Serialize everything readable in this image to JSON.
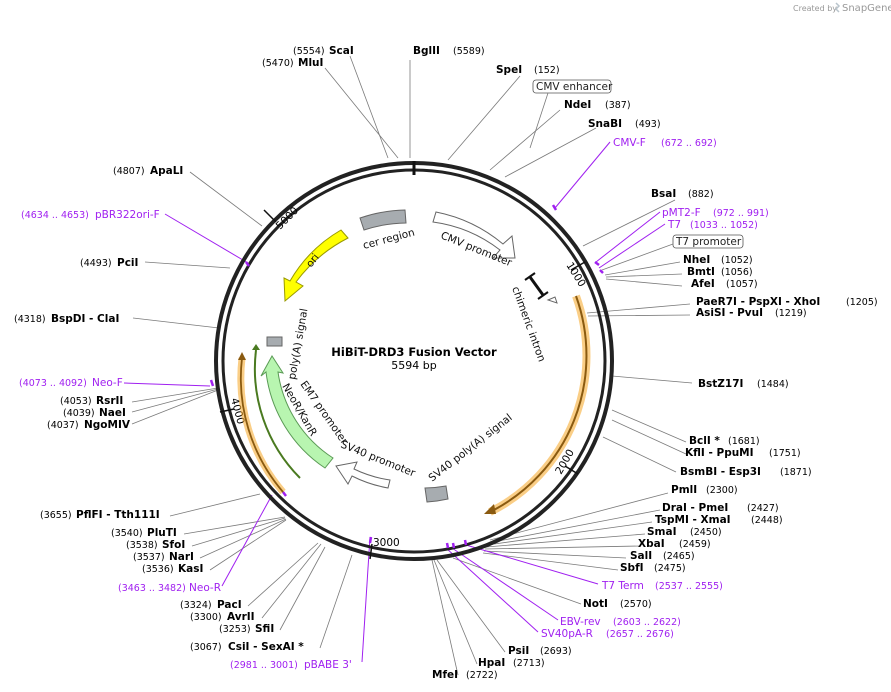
{
  "header": {
    "created_by": "Created by",
    "brand": "SnapGene"
  },
  "title": "HiBiT-DRD3 Fusion Vector",
  "size_label": "5594 bp",
  "ticks": [
    "1000",
    "2000",
    "3000",
    "4000",
    "5000"
  ],
  "sites": [
    {
      "name": "BglII",
      "pos": "(5589)"
    },
    {
      "name": "ScaI",
      "pos": "(5554)"
    },
    {
      "name": "MluI",
      "pos": "(5470)"
    },
    {
      "name": "SpeI",
      "pos": "(152)"
    },
    {
      "name": "NdeI",
      "pos": "(387)"
    },
    {
      "name": "SnaBI",
      "pos": "(493)"
    },
    {
      "name": "BsaI",
      "pos": "(882)"
    },
    {
      "name": "NheI",
      "pos": "(1052)"
    },
    {
      "name": "BmtI",
      "pos": "(1056)"
    },
    {
      "name": "AfeI",
      "pos": "(1057)"
    },
    {
      "name": "PaeR7I - PspXI - XhoI",
      "pos": "(1205)"
    },
    {
      "name": "AsiSI - PvuI",
      "pos": "(1219)"
    },
    {
      "name": "BstZ17I",
      "pos": "(1484)"
    },
    {
      "name": "BclI *",
      "pos": "(1681)"
    },
    {
      "name": "KflI - PpuMI",
      "pos": "(1751)"
    },
    {
      "name": "BsmBI - Esp3I",
      "pos": "(1871)"
    },
    {
      "name": "PmlI",
      "pos": "(2300)"
    },
    {
      "name": "DraI - PmeI",
      "pos": "(2427)"
    },
    {
      "name": "TspMI - XmaI",
      "pos": "(2448)"
    },
    {
      "name": "SmaI",
      "pos": "(2450)"
    },
    {
      "name": "XbaI",
      "pos": "(2459)"
    },
    {
      "name": "SalI",
      "pos": "(2465)"
    },
    {
      "name": "SbfI",
      "pos": "(2475)"
    },
    {
      "name": "NotI",
      "pos": "(2570)"
    },
    {
      "name": "PsiI",
      "pos": "(2693)"
    },
    {
      "name": "HpaI",
      "pos": "(2713)"
    },
    {
      "name": "MfeI",
      "pos": "(2722)"
    },
    {
      "name": "CsiI - SexAI *",
      "pos": "(3067)"
    },
    {
      "name": "SfiI",
      "pos": "(3253)"
    },
    {
      "name": "AvrII",
      "pos": "(3300)"
    },
    {
      "name": "PacI",
      "pos": "(3324)"
    },
    {
      "name": "KasI",
      "pos": "(3536)"
    },
    {
      "name": "NarI",
      "pos": "(3537)"
    },
    {
      "name": "SfoI",
      "pos": "(3538)"
    },
    {
      "name": "PluTI",
      "pos": "(3540)"
    },
    {
      "name": "PflFI - Tth111I",
      "pos": "(3655)"
    },
    {
      "name": "NgoMIV",
      "pos": "(4037)"
    },
    {
      "name": "NaeI",
      "pos": "(4039)"
    },
    {
      "name": "RsrII",
      "pos": "(4053)"
    },
    {
      "name": "BspDI - ClaI",
      "pos": "(4318)"
    },
    {
      "name": "PciI",
      "pos": "(4493)"
    },
    {
      "name": "ApaLI",
      "pos": "(4807)"
    }
  ],
  "primers": [
    {
      "name": "CMV-F",
      "pos": "(672 .. 692)"
    },
    {
      "name": "pMT2-F",
      "pos": "(972 .. 991)"
    },
    {
      "name": "T7",
      "pos": "(1033 .. 1052)"
    },
    {
      "name": "T7 Term",
      "pos": "(2537 .. 2555)"
    },
    {
      "name": "EBV-rev",
      "pos": "(2603 .. 2622)"
    },
    {
      "name": "SV40pA-R",
      "pos": "(2657 .. 2676)"
    },
    {
      "name": "pBABE 3'",
      "pos": "(2981 .. 3001)"
    },
    {
      "name": "Neo-R",
      "pos": "(3463 .. 3482)"
    },
    {
      "name": "Neo-F",
      "pos": "(4073 .. 4092)"
    },
    {
      "name": "pBR322ori-F",
      "pos": "(4634 .. 4653)"
    }
  ],
  "boxed_features": [
    "CMV enhancer",
    "T7 promoter"
  ],
  "inner_features": {
    "cer_region": "cer region",
    "cmv_promoter": "CMV promoter",
    "chimeric_intron": "chimeric intron",
    "sv40_polya_signal": "SV40 poly(A) signal",
    "sv40_promoter": "SV40 promoter",
    "em7_promoter": "EM7 promoter",
    "neor_kanr": "NeoR/KanR",
    "polya_signal": "poly(A) signal",
    "ori": "ori"
  },
  "colors": {
    "backbone": "#222222",
    "primer": "#a020f0",
    "ori": "#ffff00",
    "neor": "#b8f5b0",
    "orange_feature": "#f5a623",
    "grey_feature": "#a7acb0"
  }
}
